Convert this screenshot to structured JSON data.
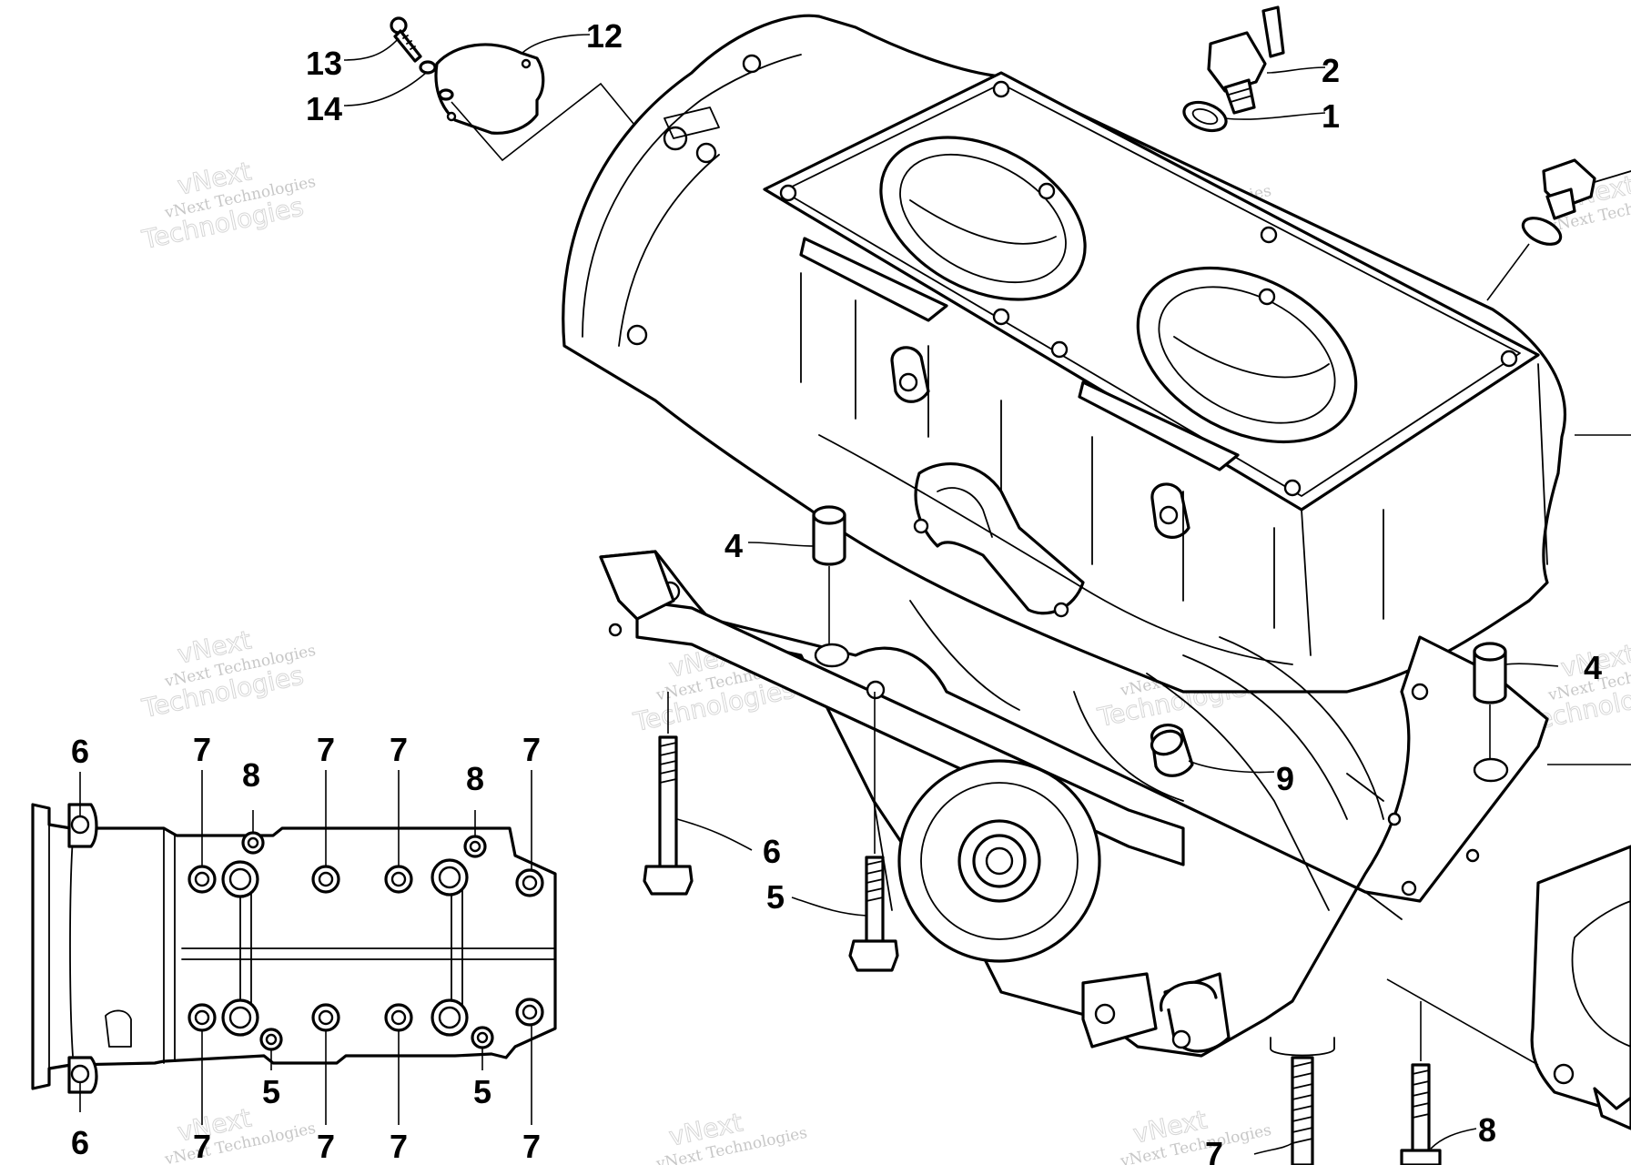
{
  "watermark": {
    "line1": "vNext",
    "line2": "vNext Technologies",
    "line3": "Technologies"
  },
  "callouts": [
    {
      "id": "c13",
      "text": "13"
    },
    {
      "id": "c14",
      "text": "14"
    },
    {
      "id": "c12",
      "text": "12"
    },
    {
      "id": "c2",
      "text": "2"
    },
    {
      "id": "c1",
      "text": "1"
    },
    {
      "id": "c4a",
      "text": "4"
    },
    {
      "id": "c4b",
      "text": "4"
    },
    {
      "id": "c9",
      "text": "9"
    },
    {
      "id": "c6a",
      "text": "6"
    },
    {
      "id": "c5a",
      "text": "5"
    },
    {
      "id": "c7a",
      "text": "7"
    },
    {
      "id": "c8a",
      "text": "8"
    },
    {
      "id": "inset6t",
      "text": "6"
    },
    {
      "id": "inset7a",
      "text": "7"
    },
    {
      "id": "inset8a",
      "text": "8"
    },
    {
      "id": "inset7b",
      "text": "7"
    },
    {
      "id": "inset7c",
      "text": "7"
    },
    {
      "id": "inset8b",
      "text": "8"
    },
    {
      "id": "inset7d",
      "text": "7"
    },
    {
      "id": "inset6b",
      "text": "6"
    },
    {
      "id": "inset7e",
      "text": "7"
    },
    {
      "id": "inset5a",
      "text": "5"
    },
    {
      "id": "inset7f",
      "text": "7"
    },
    {
      "id": "inset7g",
      "text": "7"
    },
    {
      "id": "inset5b",
      "text": "5"
    },
    {
      "id": "inset7h",
      "text": "7"
    }
  ]
}
